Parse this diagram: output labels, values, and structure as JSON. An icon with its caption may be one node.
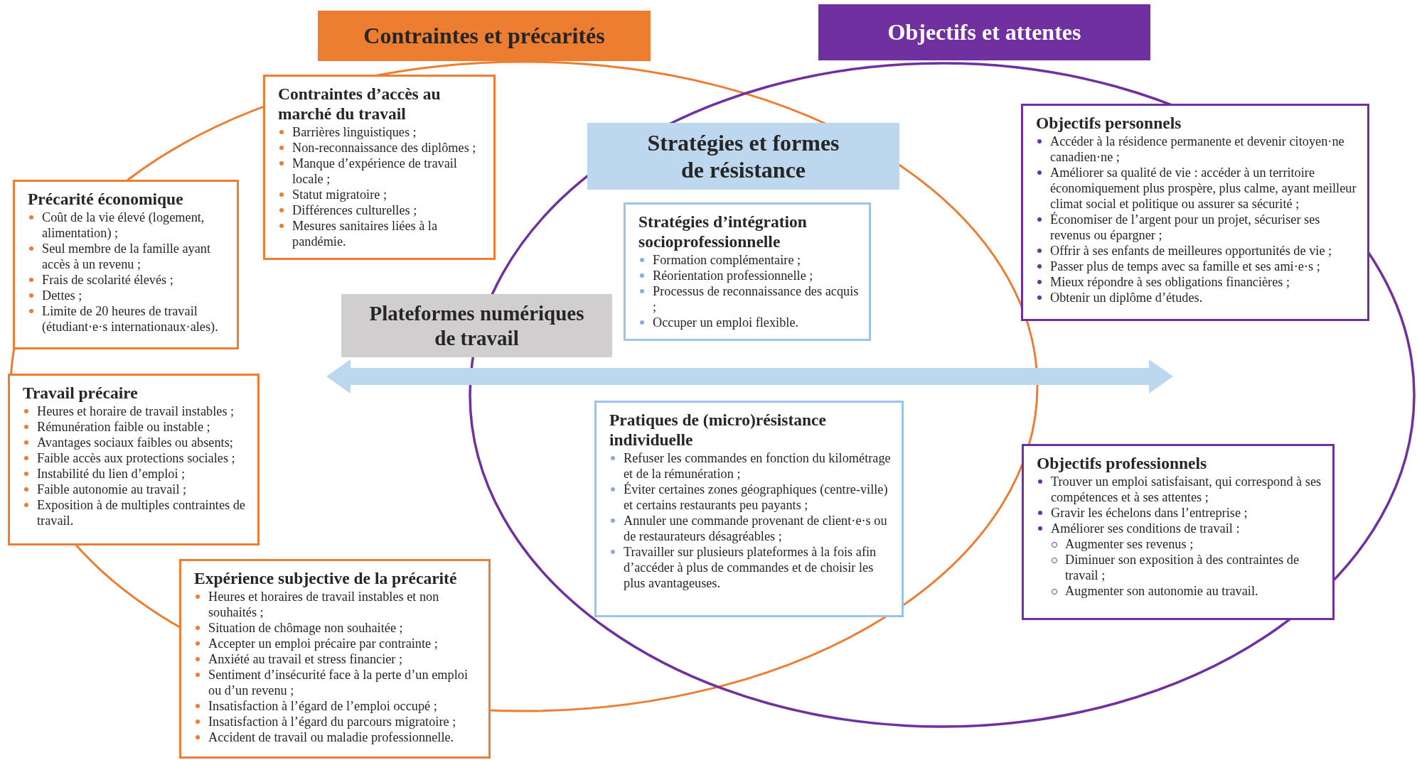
{
  "diagram": {
    "nodes": [
      {
        "text": [
          "Contraintes et précarités"
        ]
      },
      {
        "text": [
          "Objectifs et attentes"
        ]
      },
      {
        "text": [
          "Contraintes d’accès au marché du travail",
          "Barrières linguistiques ;",
          "Non-reconnaissance des diplômes ;",
          "Manque d’expérience de travail locale ;",
          "Statut migratoire ;",
          "Différences culturelles ;",
          "Mesures sanitaires liées à la pandémie."
        ]
      },
      {
        "text": [
          "Stratégies et formes de résistance"
        ]
      },
      {
        "text": [
          "Précarité économique",
          "Coût de la vie élevé (logement, alimentation) ;",
          "Seul membre de la famille ayant accès à un revenu ;",
          "Frais de scolarité élevés ;",
          "Dettes ;",
          "Limite de 20 heures de travail (étudiant·e·s internationaux·ales)."
        ]
      },
      {
        "text": [
          "Objectifs personnels",
          "Accéder à la résidence permanente et devenir citoyen·ne canadien·ne ;",
          "Améliorer sa qualité de vie : accéder à un territoire économiquement plus prospère, plus calme, ayant meilleur climat social et politique ou assurer sa sécurité ;",
          "Économiser de l’argent pour un projet, sécuriser ses revenus ou épargner ;",
          "Offrir à ses enfants de meilleures opportunités de vie ;",
          "Passer plus de temps avec sa famille et ses ami·e·s ;",
          "Mieux répondre à ses obligations financières ;",
          "Obtenir un diplôme d’études."
        ]
      },
      {
        "text": [
          "Stratégies d’intégration socioprofessionnelle",
          "Formation complémentaire ;",
          "Réorientation professionnelle ;",
          "Processus de reconnaissance des acquis ;",
          "Occuper un emploi flexible."
        ]
      },
      {
        "text": [
          "Plateformes numériques de travail"
        ]
      },
      {
        "text": [
          "Travail précaire",
          "Heures et horaire de travail instables ;",
          "Rémunération faible ou instable ;",
          "Avantages sociaux faibles ou absents;",
          "Faible accès aux protections sociales ;",
          "Instabilité du lien d’emploi ;",
          "Faible autonomie au travail ;",
          "Exposition à de multiples contraintes de travail."
        ]
      },
      {
        "text": [
          "Pratiques de (micro)résistance individuelle",
          "Refuser les commandes en fonction du kilométrage et de la rémunération ;",
          "Éviter certaines zones géographiques (centre-ville) et certains restaurants peu payants ;",
          "Annuler une commande provenant de client·e·s ou de restaurateurs désagréables ;",
          "Travailler sur plusieurs plateformes à la fois afin d’accéder à plus de commandes et de choisir les plus avantageuses."
        ]
      },
      {
        "text": [
          "Objectifs professionnels",
          "Trouver un emploi satisfaisant, qui correspond à ses compétences et à ses attentes ;",
          "Gravir les échelons dans l’entreprise ;",
          "Améliorer ses conditions de travail :",
          "Augmenter ses revenus ;",
          "Diminuer son exposition à des contraintes de travail ;",
          "Augmenter son autonomie au travail."
        ]
      },
      {
        "text": [
          "Expérience subjective de la précarité",
          "Heures et horaires de travail instables et non souhaités ;",
          "Situation de chômage non souhaitée ;",
          "Accepter un emploi précaire par contrainte ;",
          "Anxiété au travail et stress financier ;",
          "Sentiment d’insécurité face à la perte d’un emploi ou d’un revenu ;",
          "Insatisfaction à l’égard de l’emploi occupé ;",
          "Insatisfaction à l’égard du parcours migratoire ;",
          "Accident de travail ou maladie professionnelle."
        ]
      }
    ],
    "edges": [
      {
        "from": 7,
        "to": 10,
        "arrow": "both",
        "color": "#bdd7ee"
      }
    ]
  }
}
